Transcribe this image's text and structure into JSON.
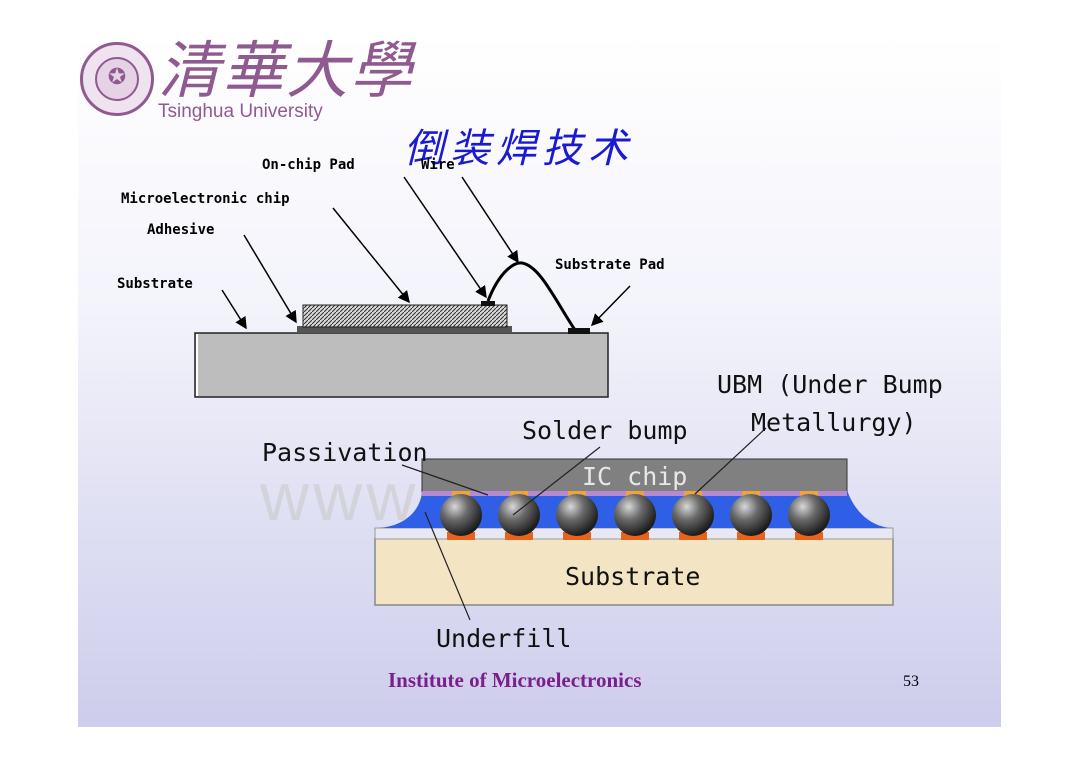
{
  "header": {
    "university_cn": "清華大學",
    "university_en": "Tsinghua University",
    "slide_title": "倒装焊技术"
  },
  "wire_bond_diagram": {
    "labels": {
      "on_chip_pad": "On-chip Pad",
      "wire": "Wire",
      "microelectronic_chip": "Microelectronic chip",
      "adhesive": "Adhesive",
      "substrate_pad": "Substrate Pad",
      "substrate": "Substrate"
    }
  },
  "flip_chip_diagram": {
    "labels": {
      "ubm_line1": "UBM (Under Bump",
      "ubm_line2": "Metallurgy)",
      "solder_bump": "Solder bump",
      "passivation": "Passivation",
      "ic_chip": "IC chip",
      "substrate": "Substrate",
      "underfill": "Underfill"
    },
    "colors": {
      "underfill": "#2f5fe6",
      "substrate": "#f3e5c4",
      "ic_chip": "#808080",
      "solder_bump": "#3a3a3a",
      "ubm": "#f0a23c",
      "substrate_pad": "#e8621c",
      "passivation": "#b48ad0"
    }
  },
  "watermark": "www",
  "footer": {
    "institute": "Institute of Microelectronics",
    "page_number": "53"
  }
}
